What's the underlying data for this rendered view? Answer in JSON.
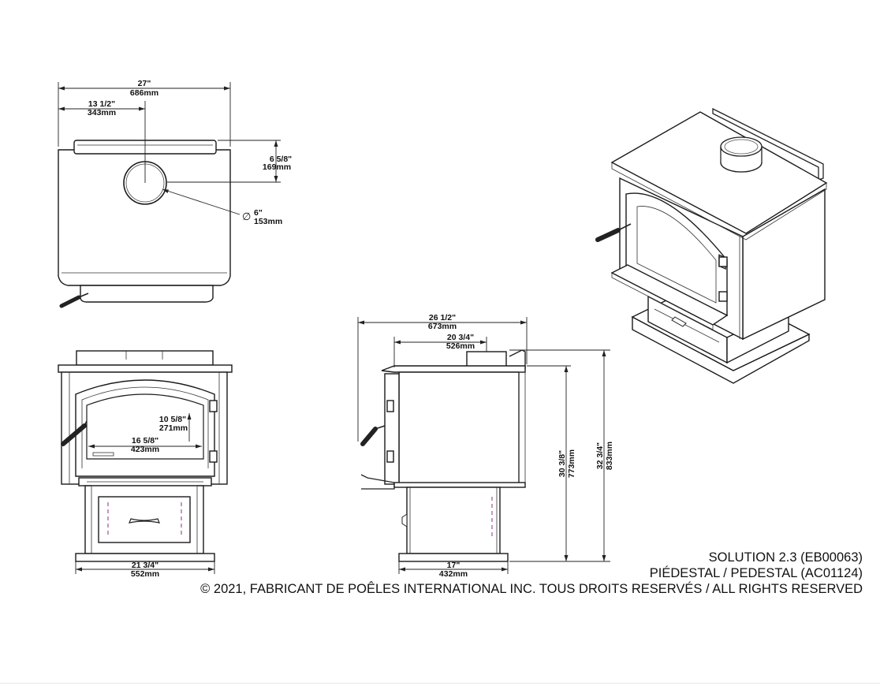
{
  "dims": {
    "top_width_in": "27\"",
    "top_width_mm": "686mm",
    "flue_offset_in": "13  1/2\"",
    "flue_offset_mm": "343mm",
    "flue_depth_in": "6  5/8\"",
    "flue_depth_mm": "169mm",
    "flue_diameter_symbol": "∅",
    "flue_diameter_in": "6\"",
    "flue_diameter_mm": "153mm",
    "door_height_in": "10  5/8\"",
    "door_height_mm": "271mm",
    "door_width_in": "16  5/8\"",
    "door_width_mm": "423mm",
    "base_width_in": "21  3/4\"",
    "base_width_mm": "552mm",
    "side_depth_in": "26  1/2\"",
    "side_depth_mm": "673mm",
    "side_flue_in": "20  3/4\"",
    "side_flue_mm": "526mm",
    "height_top_in": "30  3/8\"",
    "height_top_mm": "773mm",
    "height_flue_in": "32  3/4\"",
    "height_flue_mm": "833mm",
    "side_base_in": "17\"",
    "side_base_mm": "432mm"
  },
  "title_block": {
    "model": "SOLUTION 2.3 (EB00063)",
    "pedestal": "PIÉDESTAL / PEDESTAL (AC01124)",
    "copyright": "© 2021, FABRICANT DE POÊLES INTERNATIONAL INC. TOUS DROITS RESERVÉS / ALL RIGHTS RESERVED"
  }
}
